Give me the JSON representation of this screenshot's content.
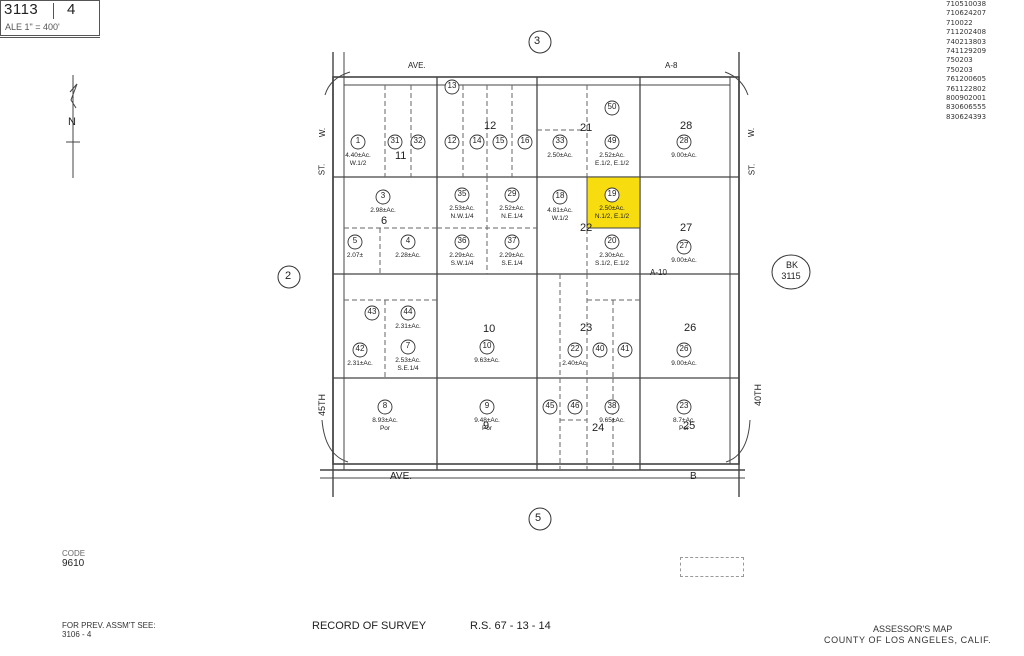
{
  "header": {
    "book": "3113",
    "page": "4",
    "scale": "ALE 1\" = 400'"
  },
  "parcel_numbers": [
    "710510038",
    "710624207",
    "710022",
    "711202408",
    "740213803",
    "741129209",
    "750203",
    "750203",
    "761200605",
    "761122802",
    "800902001",
    "830606555",
    "830624393"
  ],
  "circle_labels": {
    "top": "3",
    "left": "2",
    "bottom": "5"
  },
  "bk_ref": {
    "line1": "BK",
    "line2": "3115"
  },
  "streets": {
    "top_left": "AVE.",
    "top_right": "A-8",
    "bottom": "AVE.",
    "bottom_b": "B",
    "bottom_mid": "A-10",
    "left_st": "ST.",
    "left_w": "W.",
    "left_45th": "45TH",
    "right_st": "ST.",
    "right_w": "W.",
    "right_40th": "40TH",
    "north": "N"
  },
  "highlight_color": "#f7dc10",
  "blocks": [
    "11",
    "12",
    "21",
    "28",
    "6",
    "22",
    "27",
    "10",
    "23",
    "26",
    "9",
    "24",
    "25"
  ],
  "parcels": [
    {
      "n": "1",
      "area": "4.40±Ac.",
      "desc": "W.1/2"
    },
    {
      "n": "3",
      "area": "2.98±Ac."
    },
    {
      "n": "4",
      "area": "2.28±Ac."
    },
    {
      "n": "5",
      "area": "2.07±"
    },
    {
      "n": "7",
      "area": "2.53±Ac.",
      "desc": "S.E.1/4"
    },
    {
      "n": "8",
      "area": "8.93±Ac.",
      "desc": "Por"
    },
    {
      "n": "9",
      "area": "9.48±Ac.",
      "desc": "Por"
    },
    {
      "n": "10",
      "area": "9.63±Ac."
    },
    {
      "n": "13"
    },
    {
      "n": "12"
    },
    {
      "n": "14"
    },
    {
      "n": "15"
    },
    {
      "n": "16"
    },
    {
      "n": "18",
      "area": "4.81±Ac.",
      "desc": "W.1/2"
    },
    {
      "n": "19",
      "area": "2.50±Ac.",
      "desc": "N.1/2, E.1/2"
    },
    {
      "n": "20",
      "area": "2.30±Ac.",
      "desc": "S.1/2, E.1/2"
    },
    {
      "n": "22",
      "area": "2.40±Ac."
    },
    {
      "n": "23",
      "area": "8.7±Ac.",
      "desc": "Por"
    },
    {
      "n": "26",
      "area": "9.00±Ac."
    },
    {
      "n": "27",
      "area": "9.00±Ac."
    },
    {
      "n": "28",
      "area": "9.00±Ac."
    },
    {
      "n": "29",
      "area": "2.52±Ac.",
      "desc": "N.E.1/4"
    },
    {
      "n": "31"
    },
    {
      "n": "32"
    },
    {
      "n": "33",
      "area": "2.50±Ac."
    },
    {
      "n": "35",
      "area": "2.53±Ac.",
      "desc": "N.W.1/4"
    },
    {
      "n": "36",
      "area": "2.29±Ac.",
      "desc": "S.W.1/4"
    },
    {
      "n": "37",
      "area": "2.29±Ac.",
      "desc": "S.E.1/4"
    },
    {
      "n": "38",
      "area": "9.65±Ac."
    },
    {
      "n": "40"
    },
    {
      "n": "41"
    },
    {
      "n": "42",
      "area": "2.31±Ac."
    },
    {
      "n": "43"
    },
    {
      "n": "44",
      "area": "2.31±Ac."
    },
    {
      "n": "45"
    },
    {
      "n": "46"
    },
    {
      "n": "49",
      "area": "2.52±Ac.",
      "desc": "E.1/2, E.1/2"
    },
    {
      "n": "50"
    }
  ],
  "footer": {
    "code_label": "CODE",
    "code": "9610",
    "prev": "FOR PREV. ASSM'T SEE:",
    "prev_ref": "3106 - 4",
    "record": "RECORD OF SURVEY",
    "rs": "R.S. 67 - 13 - 14",
    "assessor": "ASSESSOR'S MAP",
    "county": "COUNTY OF LOS ANGELES, CALIF."
  }
}
